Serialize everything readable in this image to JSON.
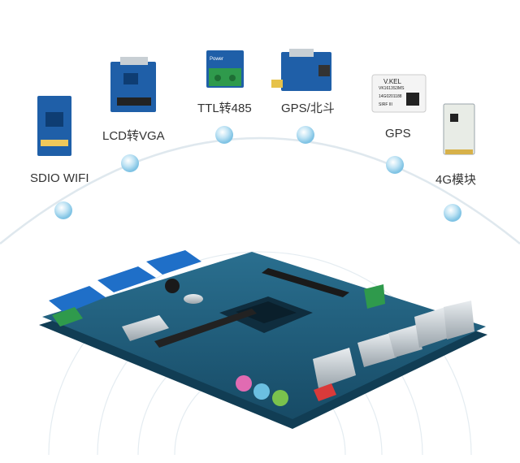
{
  "modules": [
    {
      "id": "sdio-wifi",
      "label": "SDIO WIFI"
    },
    {
      "id": "lcd-vga",
      "label": "LCD转VGA"
    },
    {
      "id": "ttl-485",
      "label": "TTL转485",
      "module_text": "Power"
    },
    {
      "id": "gps-beidou",
      "label": "GPS/北斗"
    },
    {
      "id": "gps",
      "label": "GPS",
      "module_text": [
        "V.KEL",
        "VK1613S3MS",
        "14G0201188",
        "SIRF III"
      ]
    },
    {
      "id": "4g",
      "label": "4G模块"
    }
  ],
  "colors": {
    "bubble": "#9fd3ec",
    "arc": "#d8e3ea",
    "pcb": "#1c5a78",
    "pcb_dark": "#123f57",
    "module_blue": "#1f5fa8",
    "terminal_green": "#2f9a4c"
  }
}
